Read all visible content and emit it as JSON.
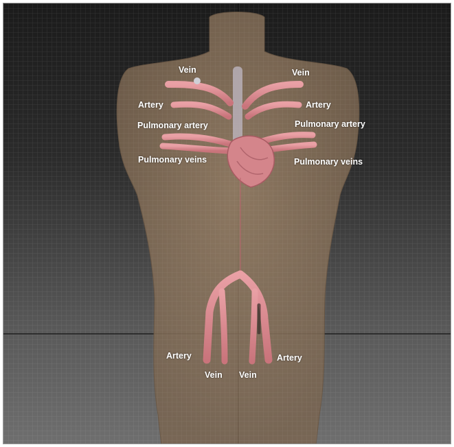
{
  "labels": {
    "vein_upper_left": "Vein",
    "vein_upper_right": "Vein",
    "artery_upper_left": "Artery",
    "artery_upper_right": "Artery",
    "pulmonary_artery_left": "Pulmonary artery",
    "pulmonary_artery_right": "Pulmonary artery",
    "pulmonary_veins_left": "Pulmonary veins",
    "pulmonary_veins_right": "Pulmonary veins",
    "artery_lower_left": "Artery",
    "artery_lower_right": "Artery",
    "vein_lower_left": "Vein",
    "vein_lower_right": "Vein"
  },
  "colors": {
    "torso": "#8b7560",
    "vessel": "#d98a8f",
    "vessel_inner": "#c06a72",
    "heart": "#cc7a80",
    "label_text": "#ffffff"
  }
}
